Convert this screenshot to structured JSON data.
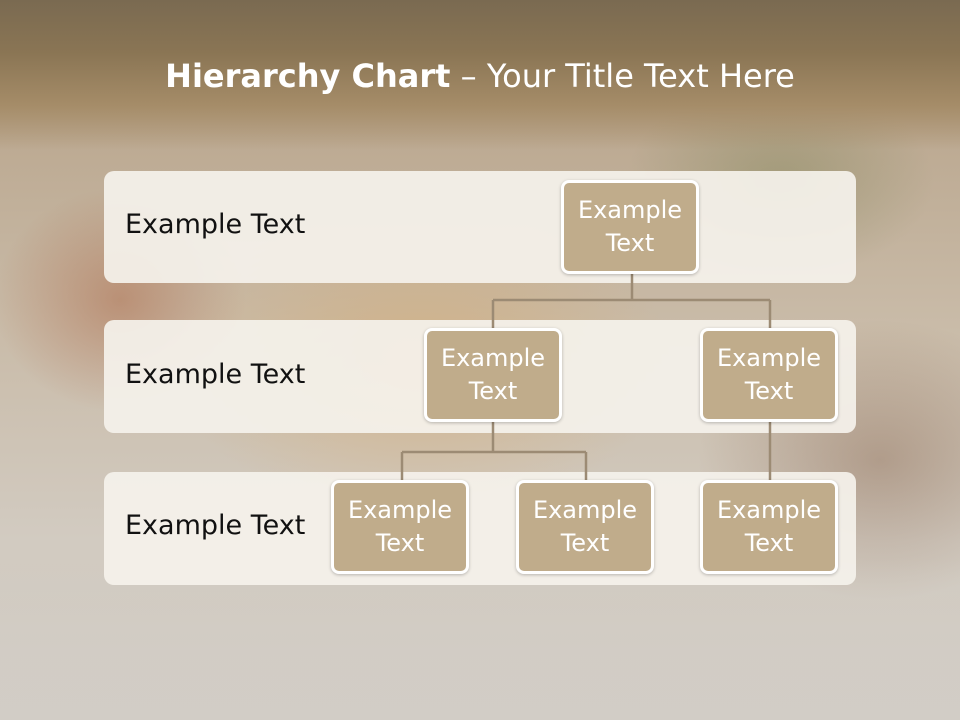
{
  "title": {
    "bold": "Hierarchy Chart",
    "rest": " – Your Title Text Here"
  },
  "levels": [
    {
      "label": "Example Text"
    },
    {
      "label": "Example Text"
    },
    {
      "label": "Example Text"
    }
  ],
  "nodes": {
    "root": "Example Text",
    "level2_left": "Example Text",
    "level2_right": "Example Text",
    "level3_left": "Example Text",
    "level3_middle": "Example Text",
    "level3_right": "Example Text"
  },
  "colors": {
    "title_bar": "#8a7554",
    "node_fill": "#c0ac8b",
    "node_border": "#ffffff",
    "connector": "#9c8b74",
    "band": "#f5f2ec"
  }
}
